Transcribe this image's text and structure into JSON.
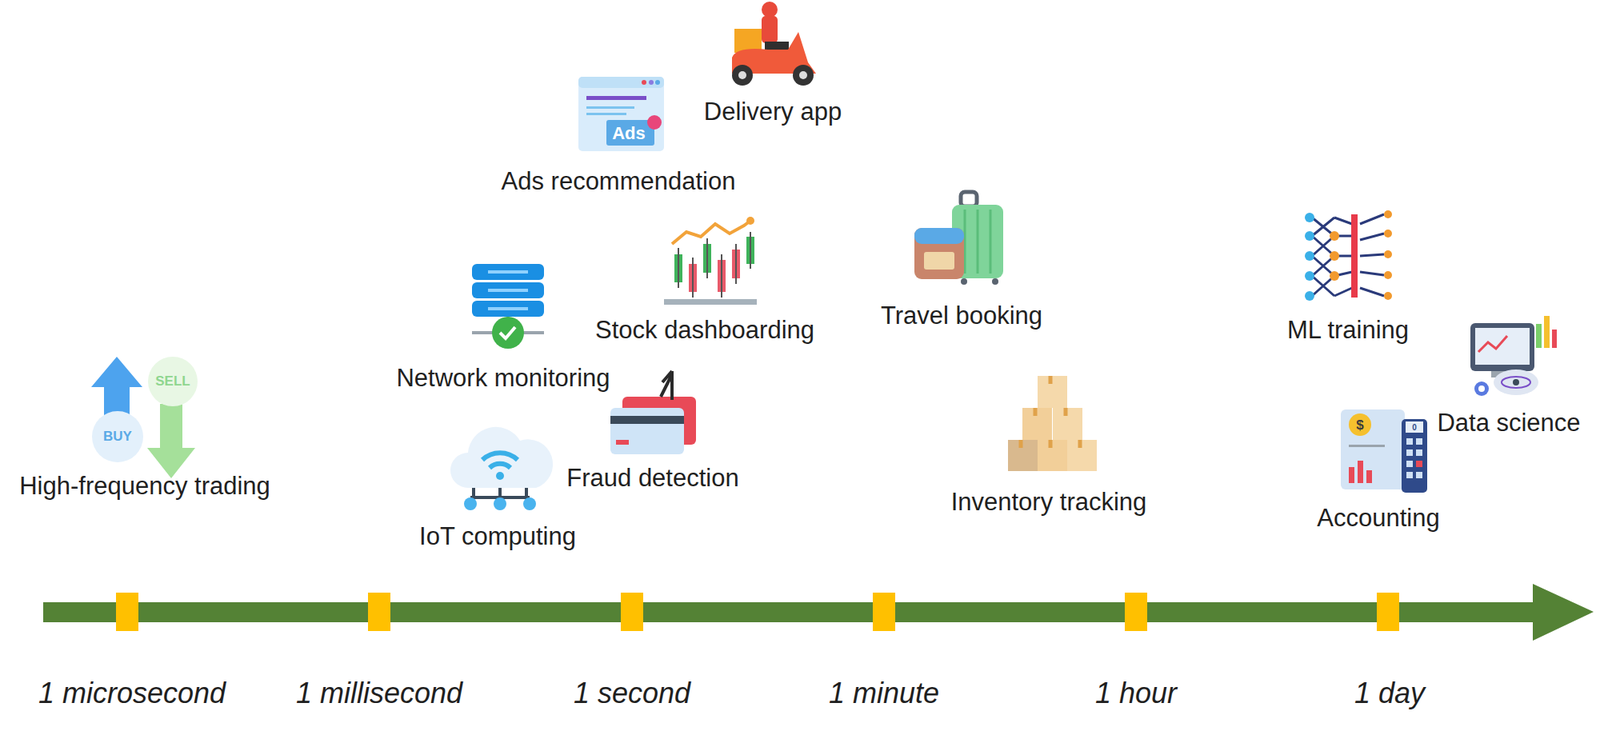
{
  "diagram": {
    "labels": [
      "Delivery app",
      "Ads",
      "Ads recommendation",
      "Stock dashboarding",
      "Travel booking",
      "ML training",
      "Network monitoring",
      "SELL",
      "BUY",
      "High-frequency trading",
      "Data science",
      "Fraud detection",
      "Inventory tracking",
      "$",
      "0",
      "Accounting",
      "IoT computing",
      "1 microsecond",
      "1 millisecond",
      "1 second",
      "1 minute",
      "1 hour",
      "1 day"
    ]
  }
}
